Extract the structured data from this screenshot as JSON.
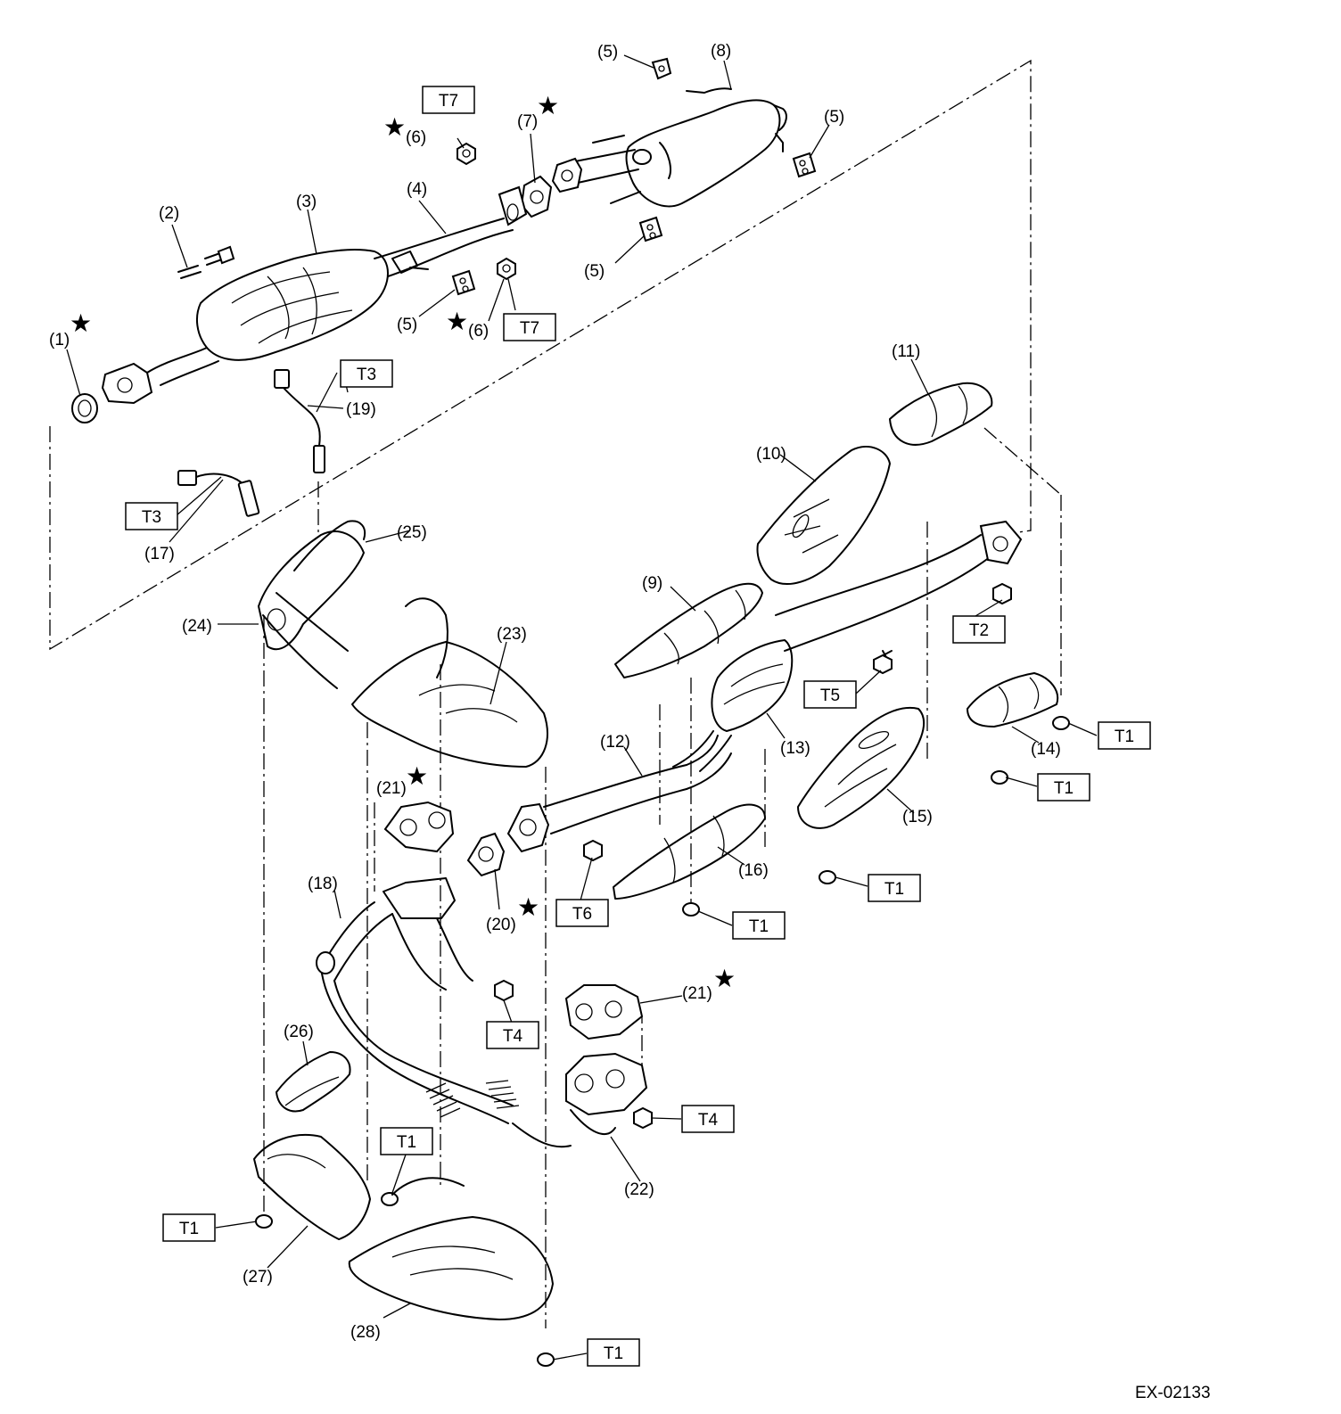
{
  "figure_code": "EX-02133",
  "part_labels": [
    {
      "text": "(1)"
    },
    {
      "text": "(2)"
    },
    {
      "text": "(3)"
    },
    {
      "text": "(4)"
    },
    {
      "text": "(5)"
    },
    {
      "text": "(5)"
    },
    {
      "text": "(5)"
    },
    {
      "text": "(5)"
    },
    {
      "text": "(6)"
    },
    {
      "text": "(6)"
    },
    {
      "text": "(7)"
    },
    {
      "text": "(8)"
    },
    {
      "text": "(9)"
    },
    {
      "text": "(10)"
    },
    {
      "text": "(11)"
    },
    {
      "text": "(12)"
    },
    {
      "text": "(13)"
    },
    {
      "text": "(14)"
    },
    {
      "text": "(15)"
    },
    {
      "text": "(16)"
    },
    {
      "text": "(17)"
    },
    {
      "text": "(18)"
    },
    {
      "text": "(19)"
    },
    {
      "text": "(20)"
    },
    {
      "text": "(21)"
    },
    {
      "text": "(21)"
    },
    {
      "text": "(22)"
    },
    {
      "text": "(23)"
    },
    {
      "text": "(24)"
    },
    {
      "text": "(25)"
    },
    {
      "text": "(26)"
    },
    {
      "text": "(27)"
    },
    {
      "text": "(28)"
    }
  ],
  "torque_boxes": [
    {
      "text": "T7"
    },
    {
      "text": "T7"
    },
    {
      "text": "T3"
    },
    {
      "text": "T3"
    },
    {
      "text": "T2"
    },
    {
      "text": "T5"
    },
    {
      "text": "T1"
    },
    {
      "text": "T1"
    },
    {
      "text": "T1"
    },
    {
      "text": "T1"
    },
    {
      "text": "T6"
    },
    {
      "text": "T4"
    },
    {
      "text": "T4"
    },
    {
      "text": "T1"
    },
    {
      "text": "T1"
    },
    {
      "text": "T1"
    }
  ],
  "replace_marker": "★"
}
